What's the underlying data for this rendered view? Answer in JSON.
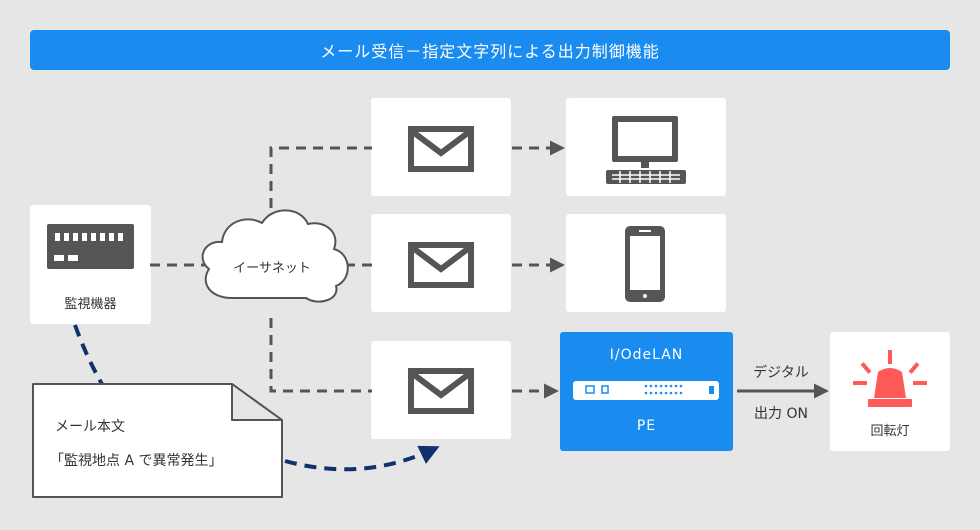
{
  "title": "メール受信－指定文字列による出力制御機能",
  "monitor_device": {
    "label": "監視機器"
  },
  "network": {
    "label": "イーサネット"
  },
  "receivers": {
    "pc": "pc-icon",
    "phone": "smartphone-icon"
  },
  "pe_device": {
    "brand": "I/OdeLAN",
    "model": "PE"
  },
  "output": {
    "line1": "デジタル",
    "line2": "出力 ON"
  },
  "warning_light": {
    "label": "回転灯"
  },
  "mail_note": {
    "line1": "メール本文",
    "line2": "「監視地点 A で異常発生」"
  },
  "colors": {
    "accent": "#1a8cf0",
    "dash_gray": "#555555",
    "navy": "#12306b",
    "siren_red": "#ff5a5a",
    "background": "#e6e6e6"
  }
}
